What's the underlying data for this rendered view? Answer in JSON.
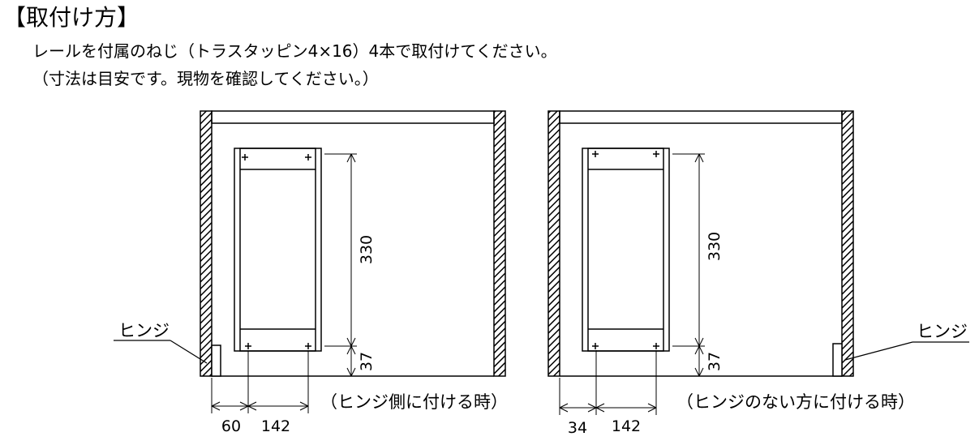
{
  "heading": {
    "title": "【取付け方】",
    "instruction": "レールを付属のねじ（トラスタッピン4×16）4本で取付けてください。",
    "note": "（寸法は目安です。現物を確認してください。）"
  },
  "diagrams": {
    "left": {
      "caption": "（ヒンジ側に付ける時）",
      "hinge_label": "ヒンジ",
      "dim_height": "330",
      "dim_bottom": "37",
      "dim_side": "60",
      "dim_pitch": "142"
    },
    "right": {
      "caption": "（ヒンジのない方に付ける時）",
      "hinge_label": "ヒンジ",
      "dim_height": "330",
      "dim_bottom": "37",
      "dim_side": "34",
      "dim_pitch": "142"
    }
  }
}
